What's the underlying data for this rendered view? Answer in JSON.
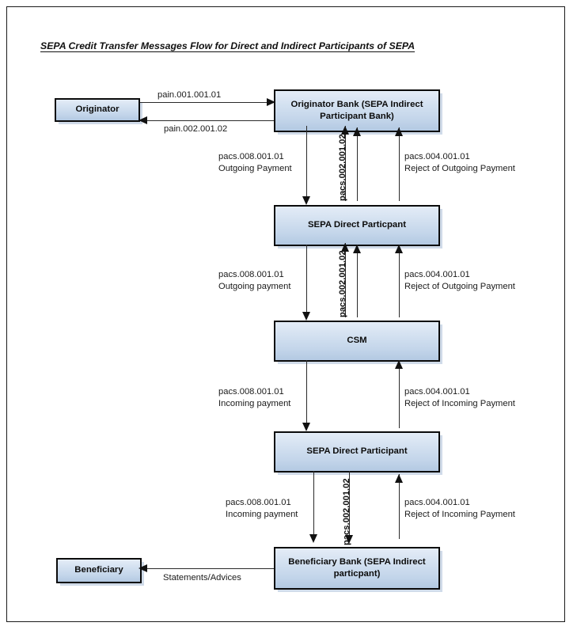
{
  "diagram": {
    "title": "SEPA Credit Transfer Messages Flow for Direct and Indirect Participants of SEPA",
    "colors": {
      "box_fill_top": "#e4ecf7",
      "box_fill_bottom": "#b3c9e2",
      "box_border": "#0b0b0b",
      "line": "#2a2a2a",
      "frame": "#1a1a1a",
      "text": "#111111"
    },
    "nodes": [
      {
        "id": "originator",
        "label": "Originator"
      },
      {
        "id": "originator-bank",
        "label_line1": "Originator Bank (SEPA Indirect",
        "label_line2": "Participant Bank)"
      },
      {
        "id": "sepa-direct-participant-1",
        "label": "SEPA Direct Particpant"
      },
      {
        "id": "csm",
        "label": "CSM"
      },
      {
        "id": "sepa-direct-participant-2",
        "label": "SEPA Direct Participant"
      },
      {
        "id": "beneficiary-bank",
        "label_line1": "Beneficiary Bank (SEPA Indirect",
        "label_line2": "particpant)"
      },
      {
        "id": "beneficiary",
        "label": "Beneficiary"
      }
    ],
    "edge_labels": {
      "pain_001": "pain.001.001.01",
      "pain_002": "pain.002.001.02",
      "statements": "Statements/Advices",
      "section1": {
        "left_line1": "pacs.008.001.01",
        "left_line2": "Outgoing Payment",
        "middle_vertical": "pacs.002.001.02",
        "right_line1": "pacs.004.001.01",
        "right_line2": "Reject of Outgoing Payment"
      },
      "section2": {
        "left_line1": "pacs.008.001.01",
        "left_line2": "Outgoing payment",
        "middle_vertical": "pacs.002.001.02",
        "right_line1": "pacs.004.001.01",
        "right_line2": "Reject of Outgoing Payment"
      },
      "section3": {
        "left_line1": "pacs.008.001.01",
        "left_line2": "Incoming payment",
        "right_line1": "pacs.004.001.01",
        "right_line2": "Reject of Incoming Payment"
      },
      "section4": {
        "left_line1": "pacs.008.001.01",
        "left_line2": "Incoming payment",
        "middle_vertical": "pacs.002.001.02",
        "right_line1": "pacs.004.001.01",
        "right_line2": "Reject of Incoming Payment"
      }
    }
  }
}
